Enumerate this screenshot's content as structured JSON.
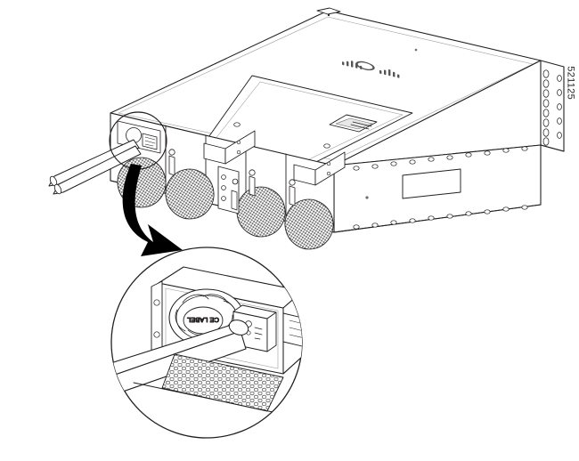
{
  "figure": {
    "art_id": "521125",
    "brand_logo": "cisco-logo",
    "subject": "rack-mount-chassis-rear-power-supply"
  },
  "chassis": {
    "name": "network-chassis",
    "top_panel_label": "",
    "rack_ear": {
      "name": "rack-mount-ear",
      "hole_columns": 2,
      "holes_per_column": 8
    },
    "fan_modules": [
      {
        "label": ""
      },
      {
        "label": ""
      },
      {
        "label": ""
      },
      {
        "label": ""
      }
    ],
    "power_supplies": [
      {
        "name": "power-supply-left"
      },
      {
        "name": "power-supply-right"
      }
    ]
  },
  "cables": {
    "name": "power-cables",
    "count": 2,
    "description": ""
  },
  "callout": {
    "source_circle": "detail-source-circle",
    "detail_circle": "detail-magnified-circle",
    "arrow": "magnify-arrow"
  },
  "detail": {
    "fan_label": "CE LABEL",
    "connector": "power-connector-block",
    "grille": "honeycomb-grille"
  },
  "colors": {
    "line": "#231f20",
    "mesh": "#8a8a8a",
    "light_line": "#6d6e71",
    "background": "#ffffff",
    "arrow": "#000000"
  }
}
